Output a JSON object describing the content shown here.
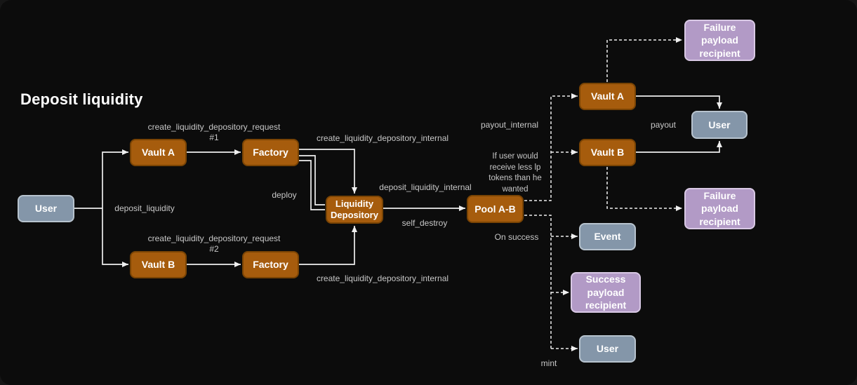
{
  "title": "Deposit liquidity",
  "colors": {
    "background": "#0c0c0c",
    "node_orange_fill": "#a65c0d",
    "node_orange_border": "#7a4404",
    "node_gray_fill": "#8496a9",
    "node_gray_border": "#b7c3ce",
    "node_purple_fill": "#b29ac6",
    "node_purple_border": "#d9c9e5",
    "edge_line": "#efefef",
    "edge_label_text": "#c7c7c7",
    "node_text": "#ffffff"
  },
  "nodes": {
    "user_left": "User",
    "vault_a_left": "Vault A",
    "vault_b_left": "Vault B",
    "factory_top": "Factory",
    "factory_bottom": "Factory",
    "liquidity_depository": "Liquidity Depository",
    "pool_ab": "Pool A-B",
    "vault_a_right": "Vault A",
    "vault_b_right": "Vault B",
    "user_right": "User",
    "failure_top": "Failure payload recipient",
    "failure_mid": "Failure payload recipient",
    "event": "Event",
    "success": "Success payload recipient",
    "user_bottom": "User"
  },
  "edge_labels": {
    "deposit_liquidity": "deposit_liquidity",
    "request1": {
      "text": "create_liquidity_depository_request",
      "num": "#1"
    },
    "request2": {
      "text": "create_liquidity_depository_request",
      "num": "#2"
    },
    "cldi_top": "create_liquidity_depository_internal",
    "cldi_bottom": "create_liquidity_depository_internal",
    "deploy": "deploy",
    "deposit_liquidity_internal": "deposit_liquidity_internal",
    "self_destroy": "self_destroy",
    "payout_internal": "payout_internal",
    "condition": "If user would receive less lp tokens than he wanted",
    "payout": "payout",
    "on_success": "On success",
    "mint": "mint"
  }
}
